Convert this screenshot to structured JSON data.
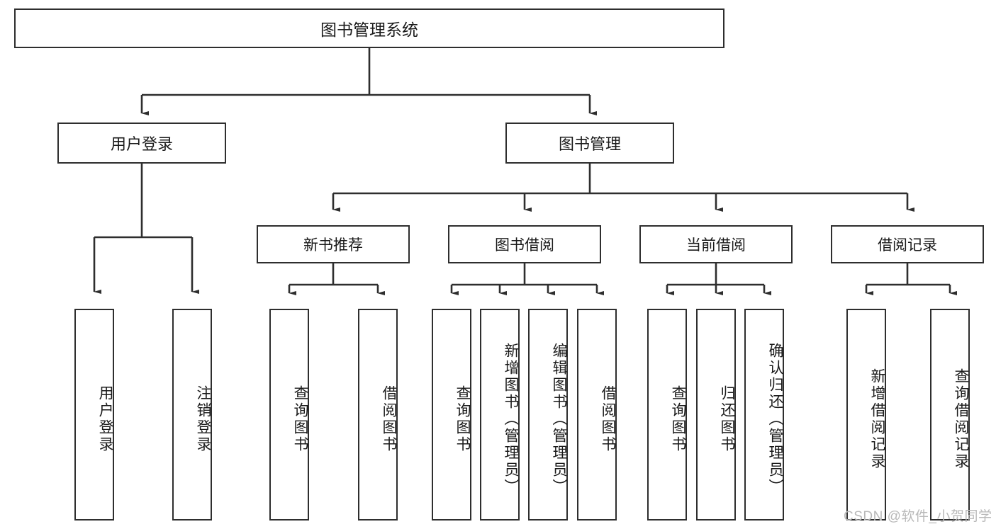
{
  "diagram": {
    "title": "图书管理系统",
    "type": "hierarchy-tree",
    "watermark": "CSDN @软件_小贺同学",
    "colors": {
      "box_border": "#2e2e2e",
      "box_fill": "#ffffff",
      "connector": "#2e2e2e",
      "text": "#1a1a1a",
      "watermark": "#b9b9b9",
      "background": "#ffffff"
    }
  },
  "nodes": {
    "root": {
      "label": "图书管理系统"
    },
    "level1": [
      {
        "label": "用户登录"
      },
      {
        "label": "图书管理"
      }
    ],
    "level2": [
      {
        "label": "新书推荐"
      },
      {
        "label": "图书借阅"
      },
      {
        "label": "当前借阅"
      },
      {
        "label": "借阅记录"
      }
    ],
    "leaves": [
      {
        "label": "用户登录"
      },
      {
        "label": "注销登录"
      },
      {
        "label": "查询图书"
      },
      {
        "label": "借阅图书"
      },
      {
        "label": "查询图书"
      },
      {
        "label": "新增图书（管理员）"
      },
      {
        "label": "编辑图书（管理员）"
      },
      {
        "label": "借阅图书"
      },
      {
        "label": "查询图书"
      },
      {
        "label": "归还图书"
      },
      {
        "label": "确认归还（管理员）"
      },
      {
        "label": "新增借阅记录"
      },
      {
        "label": "查询借阅记录"
      }
    ]
  }
}
